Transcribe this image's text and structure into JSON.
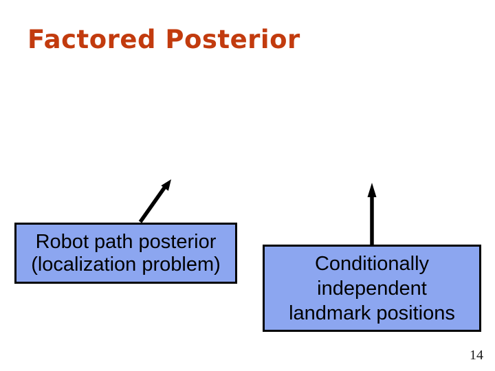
{
  "slide": {
    "title": "Factored Posterior",
    "page_number": "14",
    "boxes": {
      "left": {
        "lines": [
          "Robot path posterior",
          "(localization problem)"
        ]
      },
      "right": {
        "lines": [
          "Conditionally",
          "independent",
          "landmark positions"
        ]
      }
    },
    "icons": {
      "diagonal_arrow": "diagonal-up-right-arrow",
      "vertical_arrow": "up-arrow"
    },
    "colors": {
      "title": "#c23b0e",
      "box_fill": "#8ca6f0",
      "box_border": "#000000",
      "box_text": "#000000",
      "arrow": "#000000",
      "background": "#ffffff",
      "page_number": "#1a1a1a"
    }
  }
}
